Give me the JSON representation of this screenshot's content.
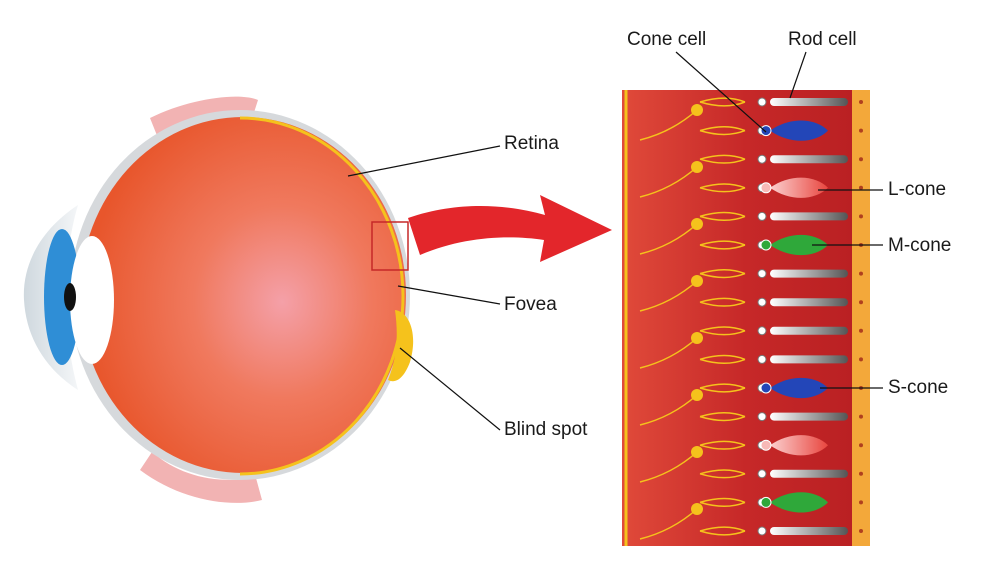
{
  "labels": {
    "retina": "Retina",
    "fovea": "Fovea",
    "blind_spot": "Blind spot",
    "cone_cell": "Cone cell",
    "rod_cell": "Rod cell",
    "l_cone": "L-cone",
    "m_cone": "M-cone",
    "s_cone": "S-cone"
  },
  "colors": {
    "eyeball": "#f06a3c",
    "retina_panel": "#c8282a",
    "arrow": "#e3262b",
    "nerve_yellow": "#f5c21c",
    "l_cone": "#f07a78",
    "m_cone": "#2fa83a",
    "s_cone": "#2346b8",
    "rod": "#bdbdbd"
  },
  "photoreceptor_rows": [
    "rod",
    "s-cone",
    "rod",
    "l-cone",
    "rod",
    "m-cone",
    "rod",
    "rod",
    "rod",
    "rod",
    "s-cone",
    "rod",
    "l-cone",
    "rod",
    "m-cone",
    "rod"
  ]
}
